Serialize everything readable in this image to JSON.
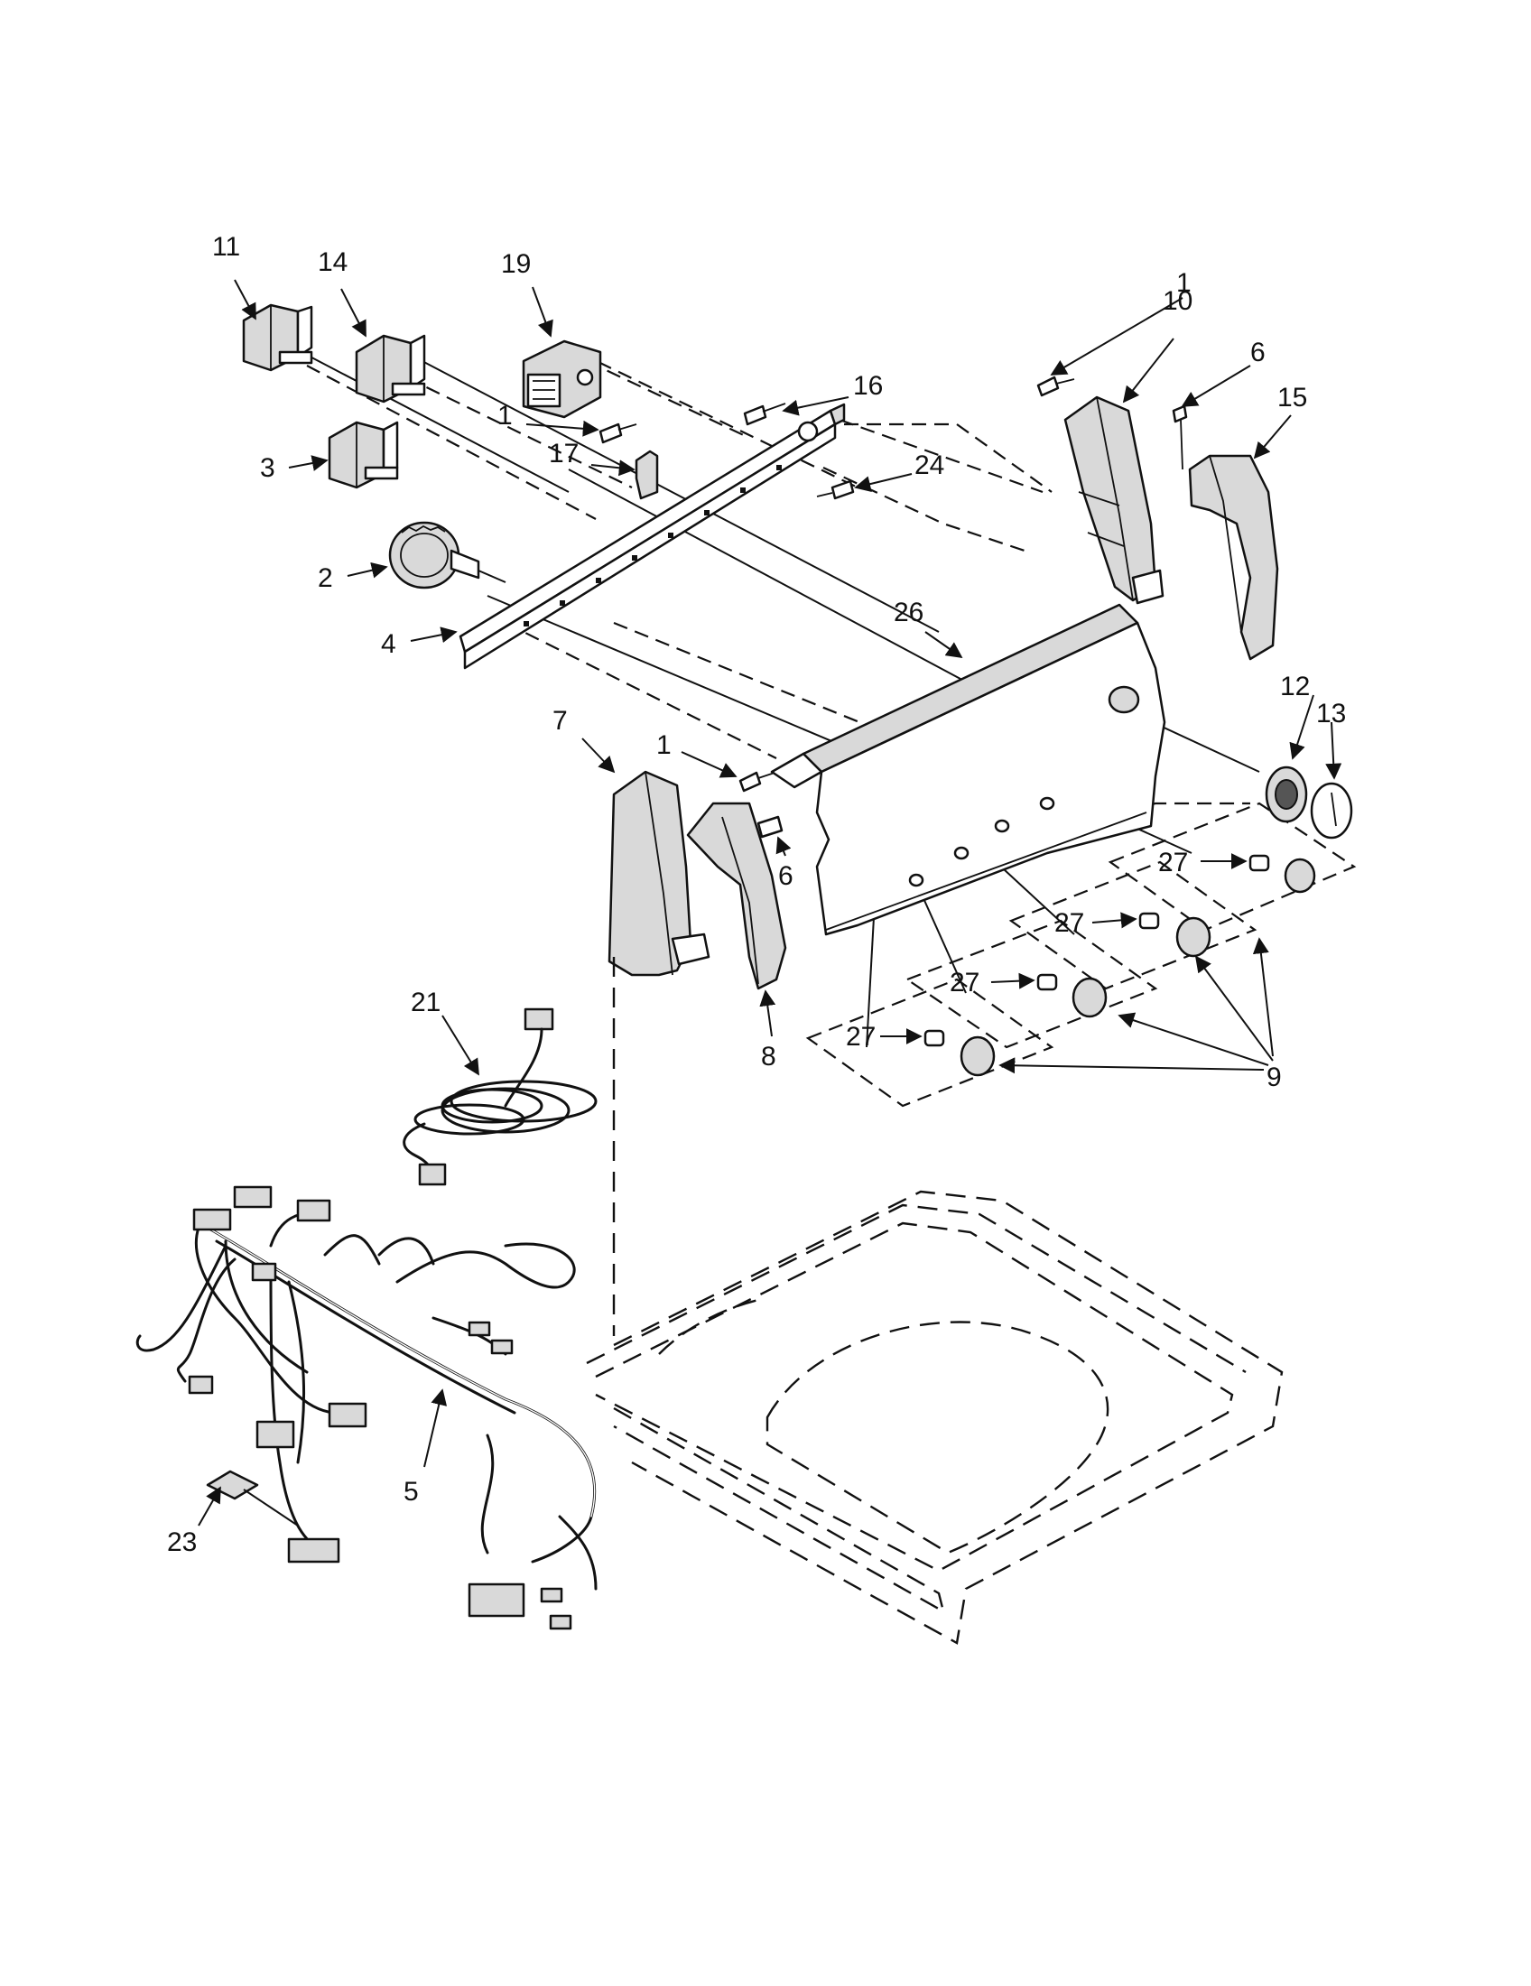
{
  "callouts": [
    {
      "id": "c11",
      "text": "11"
    },
    {
      "id": "c14",
      "text": "14"
    },
    {
      "id": "c19",
      "text": "19"
    },
    {
      "id": "c1a",
      "text": "1"
    },
    {
      "id": "c10",
      "text": "10"
    },
    {
      "id": "c6a",
      "text": "6"
    },
    {
      "id": "c15",
      "text": "15"
    },
    {
      "id": "c16",
      "text": "16"
    },
    {
      "id": "c1b",
      "text": "1"
    },
    {
      "id": "c17",
      "text": "17"
    },
    {
      "id": "c24",
      "text": "24"
    },
    {
      "id": "c3",
      "text": "3"
    },
    {
      "id": "c2",
      "text": "2"
    },
    {
      "id": "c4",
      "text": "4"
    },
    {
      "id": "c26",
      "text": "26"
    },
    {
      "id": "c7",
      "text": "7"
    },
    {
      "id": "c1c",
      "text": "1"
    },
    {
      "id": "c12",
      "text": "12"
    },
    {
      "id": "c13",
      "text": "13"
    },
    {
      "id": "c6b",
      "text": "6"
    },
    {
      "id": "c27a",
      "text": "27"
    },
    {
      "id": "c27b",
      "text": "27"
    },
    {
      "id": "c27c",
      "text": "27"
    },
    {
      "id": "c27d",
      "text": "27"
    },
    {
      "id": "c8",
      "text": "8"
    },
    {
      "id": "c9",
      "text": "9"
    },
    {
      "id": "c21",
      "text": "21"
    },
    {
      "id": "c5",
      "text": "5"
    },
    {
      "id": "c23",
      "text": "23"
    }
  ]
}
